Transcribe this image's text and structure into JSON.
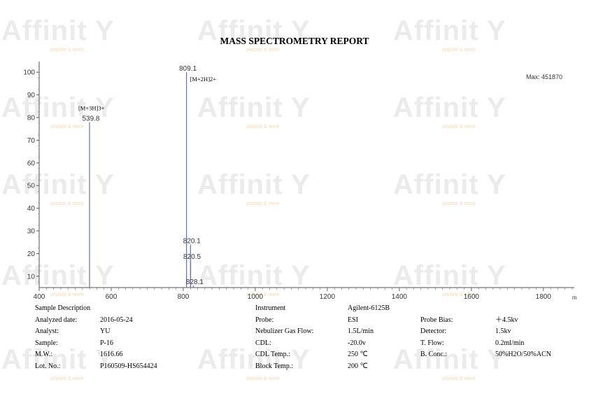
{
  "watermark": {
    "brand": "Affinit",
    "tagline": "peptide & more"
  },
  "report": {
    "title": "MASS SPECTROMETRY REPORT"
  },
  "chart_data": {
    "type": "bar",
    "x_label": "m",
    "xlim": [
      400,
      1880
    ],
    "ylim": [
      5,
      105
    ],
    "x_ticks": [
      "400",
      "600",
      "800",
      "1000",
      "1200",
      "1400",
      "1600",
      "1800"
    ],
    "y_ticks": [
      "100",
      "90",
      "80",
      "70",
      "60",
      "50",
      "40",
      "30",
      "20",
      "10"
    ],
    "max_label": "Max: 451870",
    "peaks": [
      {
        "mz": 539.8,
        "label": "539.8",
        "intensity": 78,
        "ion": "[M+3H]3+"
      },
      {
        "mz": 809.1,
        "label": "809.1",
        "intensity": 100,
        "ion": "[M+2H]2+"
      },
      {
        "mz": 820.1,
        "label": "820.1",
        "intensity": 24,
        "ion": ""
      },
      {
        "mz": 820.5,
        "label": "820.5",
        "intensity": 17,
        "ion": ""
      },
      {
        "mz": 828.1,
        "label": "828.1",
        "intensity": 6,
        "ion": ""
      }
    ]
  },
  "sample": {
    "heading": "Sample Description",
    "rows": [
      {
        "label": "Analyzed date:",
        "value": "2016-05-24"
      },
      {
        "label": "Analyst:",
        "value": "YU"
      },
      {
        "label": "Sample:",
        "value": "P-16"
      },
      {
        "label": "M.W.:",
        "value": "1616.66"
      },
      {
        "label": "Lot. No.:",
        "value": "P160509-HS654424"
      }
    ]
  },
  "instrument": {
    "heading": "Instrument",
    "model": "Agilent-6125B",
    "rows": [
      {
        "label": "Probe:",
        "value": "ESI"
      },
      {
        "label": "Nebulizer Gas Flow:",
        "value": "1.5L/min"
      },
      {
        "label": "CDL:",
        "value": "-20.0v"
      },
      {
        "label": "CDL Temp.:",
        "value": "250 ℃"
      },
      {
        "label": "Block Temp.:",
        "value": "200 ℃"
      }
    ]
  },
  "settings": {
    "rows": [
      {
        "label": "Probe Bias:",
        "value": "＋4.5kv"
      },
      {
        "label": "Detector:",
        "value": "1.5kv"
      },
      {
        "label": "T. Flow:",
        "value": "0.2ml/min"
      },
      {
        "label": "B. Conc.:",
        "value": "50%H2O/50%ACN"
      }
    ]
  }
}
